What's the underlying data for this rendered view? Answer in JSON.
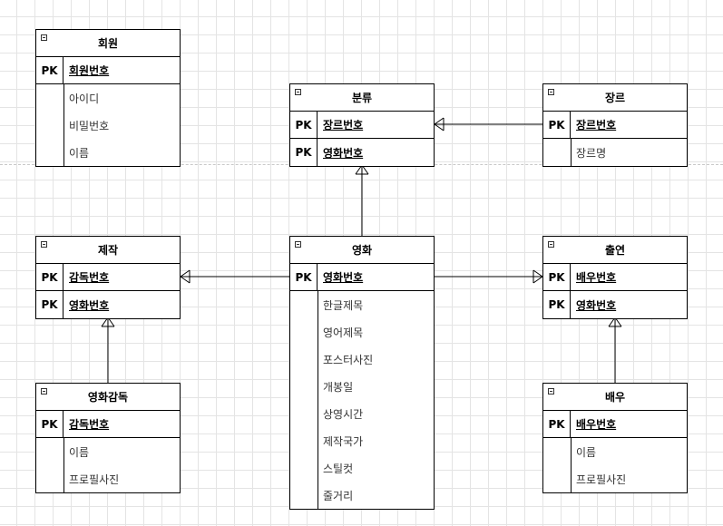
{
  "diagram": {
    "entities": [
      {
        "id": "member",
        "title": "회원",
        "keys": [
          {
            "key": "PK",
            "name": "회원번호"
          }
        ],
        "attributes": [
          "아이디",
          "비밀번호",
          "이름"
        ]
      },
      {
        "id": "category",
        "title": "분류",
        "keys": [
          {
            "key": "PK",
            "name": "장르번호"
          },
          {
            "key": "PK",
            "name": "영화번호"
          }
        ],
        "attributes": []
      },
      {
        "id": "genre",
        "title": "장르",
        "keys": [
          {
            "key": "PK",
            "name": "장르번호"
          }
        ],
        "attributes": [
          "장르명"
        ]
      },
      {
        "id": "production",
        "title": "제작",
        "keys": [
          {
            "key": "PK",
            "name": "감독번호"
          },
          {
            "key": "PK",
            "name": "영화번호"
          }
        ],
        "attributes": []
      },
      {
        "id": "movie",
        "title": "영화",
        "keys": [
          {
            "key": "PK",
            "name": "영화번호"
          }
        ],
        "attributes": [
          "한글제목",
          "영어제목",
          "포스터사진",
          "개봉일",
          "상영시간",
          "제작국가",
          "스틸컷",
          "줄거리"
        ]
      },
      {
        "id": "cast",
        "title": "출연",
        "keys": [
          {
            "key": "PK",
            "name": "배우번호"
          },
          {
            "key": "PK",
            "name": "영화번호"
          }
        ],
        "attributes": []
      },
      {
        "id": "director",
        "title": "영화감독",
        "keys": [
          {
            "key": "PK",
            "name": "감독번호"
          }
        ],
        "attributes": [
          "이름",
          "프로필사진"
        ]
      },
      {
        "id": "actor",
        "title": "배우",
        "keys": [
          {
            "key": "PK",
            "name": "배우번호"
          }
        ],
        "attributes": [
          "이름",
          "프로필사진"
        ]
      }
    ],
    "relationships": [
      {
        "from": "genre",
        "to": "category",
        "cardinality": "one-to-many"
      },
      {
        "from": "movie",
        "to": "category",
        "cardinality": "one-to-many"
      },
      {
        "from": "movie",
        "to": "production",
        "cardinality": "one-to-many"
      },
      {
        "from": "movie",
        "to": "cast",
        "cardinality": "one-to-many"
      },
      {
        "from": "director",
        "to": "production",
        "cardinality": "one-to-many"
      },
      {
        "from": "actor",
        "to": "cast",
        "cardinality": "one-to-many"
      }
    ]
  }
}
